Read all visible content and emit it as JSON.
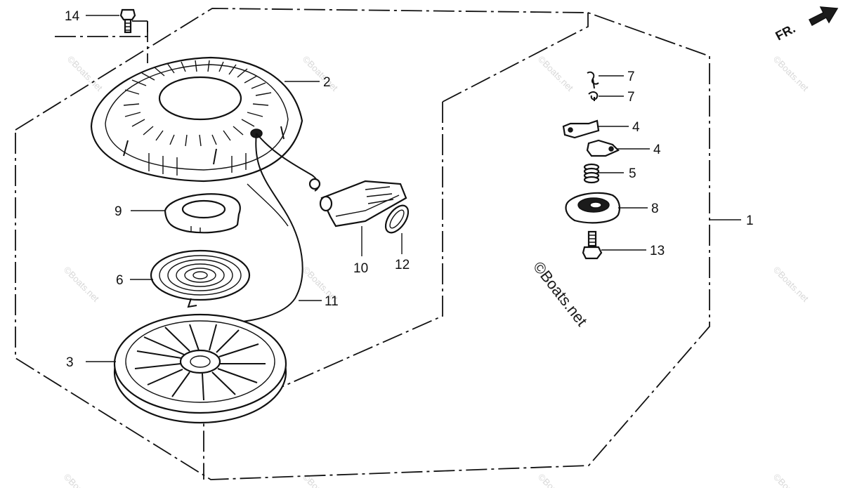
{
  "diagram": {
    "orientation_label": "FR.",
    "watermark": "©Boats.net",
    "callouts": [
      {
        "id": "c1",
        "label": "1"
      },
      {
        "id": "c2",
        "label": "2"
      },
      {
        "id": "c3",
        "label": "3"
      },
      {
        "id": "c4a",
        "label": "4"
      },
      {
        "id": "c4b",
        "label": "4"
      },
      {
        "id": "c5",
        "label": "5"
      },
      {
        "id": "c6",
        "label": "6"
      },
      {
        "id": "c7a",
        "label": "7"
      },
      {
        "id": "c7b",
        "label": "7"
      },
      {
        "id": "c8",
        "label": "8"
      },
      {
        "id": "c9",
        "label": "9"
      },
      {
        "id": "c10",
        "label": "10"
      },
      {
        "id": "c11",
        "label": "11"
      },
      {
        "id": "c12",
        "label": "12"
      },
      {
        "id": "c13",
        "label": "13"
      },
      {
        "id": "c14",
        "label": "14"
      }
    ]
  }
}
